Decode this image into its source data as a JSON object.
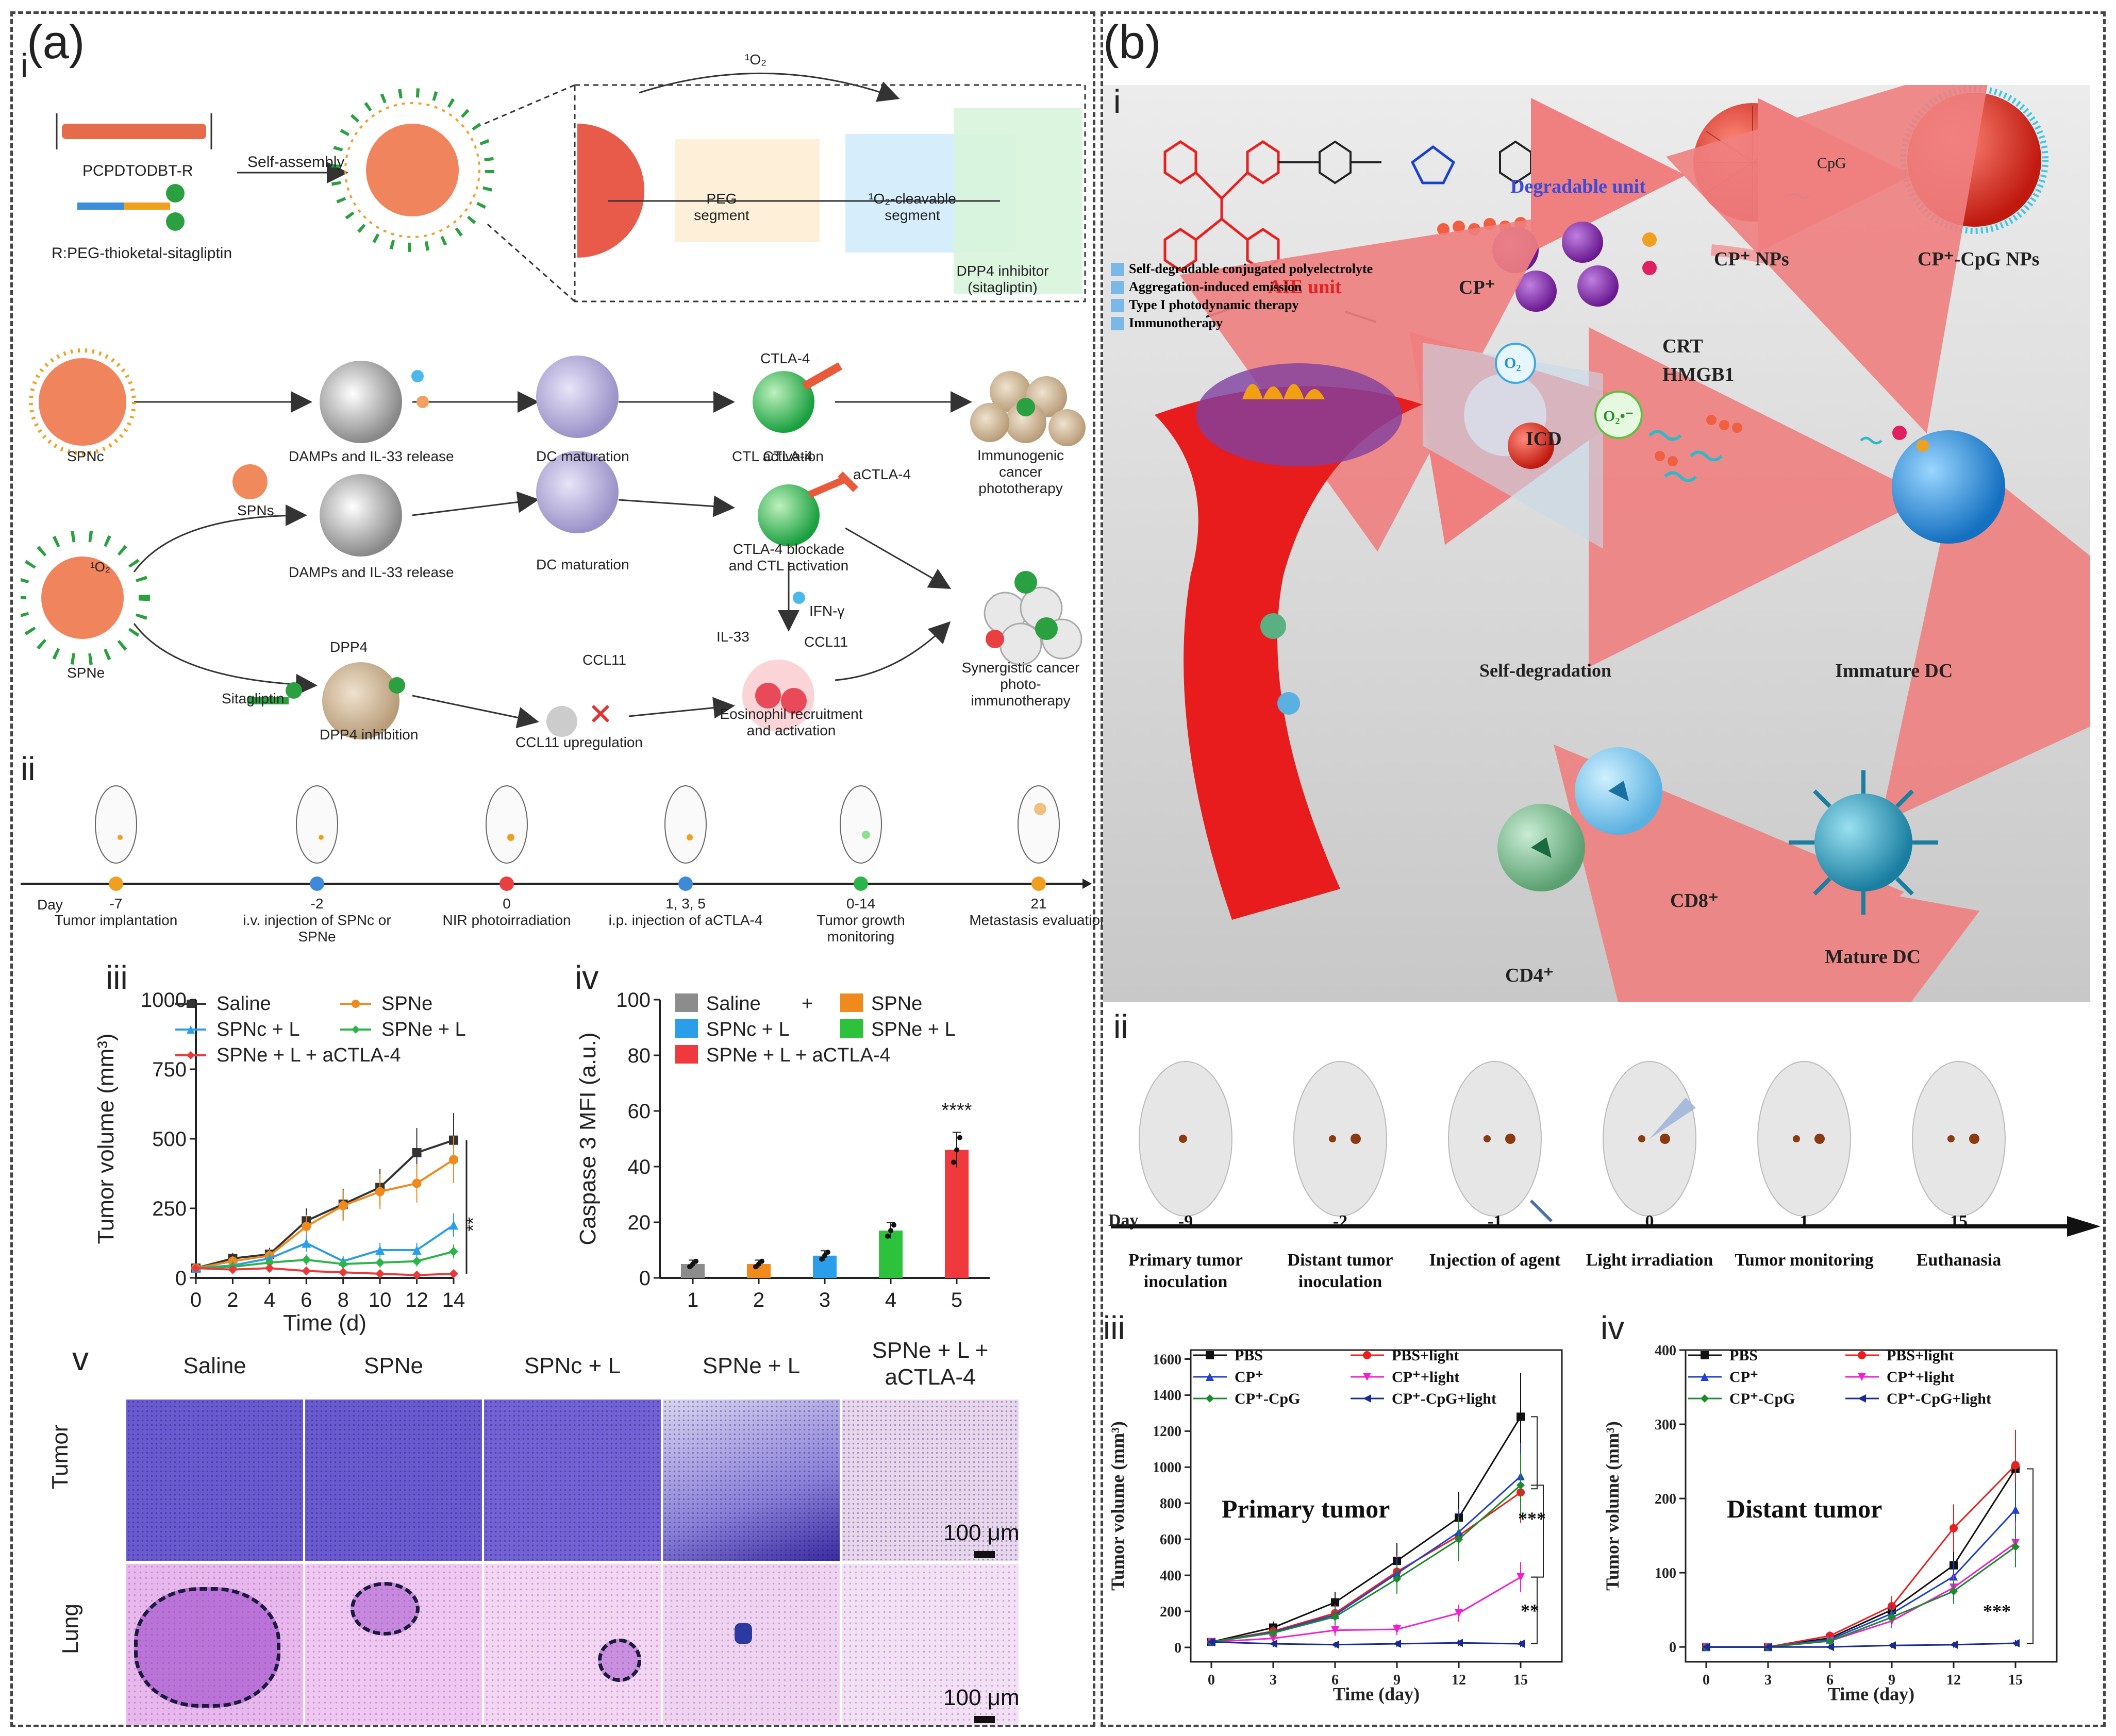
{
  "panel_a": {
    "label": "(a)",
    "sub_i": {
      "label": "i",
      "polymer": "PCPDTODBT-R",
      "peg": "R:PEG-thioketal-sitagliptin",
      "self_assembly": "Self-assembly",
      "singlet_oxygen": "¹O₂",
      "peg_segment": "PEG segment",
      "cleavable_segment": "¹O₂-cleavable segment",
      "dpp4_inhibitor": "DPP4 inhibitor (sitagliptin)",
      "row1": [
        "SPNc",
        "DAMPs and IL-33 release",
        "DC maturation",
        "CTL activation",
        "Immunogenic cancer phototherapy"
      ],
      "ctla4": "CTLA-4",
      "row2": {
        "spne": "SPNe",
        "spns": "SPNs",
        "damps": "DAMPs and IL-33 release",
        "dc": "DC maturation",
        "ctla4": "CTLA-4",
        "actla4": "aCTLA-4",
        "blockade": "CTLA-4 blockade and CTL activation",
        "ifn": "IFN-γ",
        "synergistic": "Synergistic cancer photo-immunotherapy",
        "sitagliptin": "Sitagliptin",
        "dpp4": "DPP4",
        "dpp4_inhibition": "DPP4 inhibition",
        "ccl11": "CCL11",
        "ccl11_up": "CCL11 upregulation",
        "il33": "IL-33",
        "eos": "Eosinophil recruitment and activation",
        "o2": "¹O₂"
      }
    },
    "sub_ii": {
      "label": "ii",
      "day_label": "Day",
      "events": [
        {
          "day": "-7",
          "text": "Tumor implantation",
          "color": "#f0a020"
        },
        {
          "day": "-2",
          "text": "i.v. injection of SPNc or SPNe",
          "color": "#3c8ad8"
        },
        {
          "day": "0",
          "text": "NIR photoirradiation",
          "color": "#e84040"
        },
        {
          "day": "1, 3, 5",
          "text": "i.p. injection of aCTLA-4",
          "color": "#3c8ad8"
        },
        {
          "day": "0-14",
          "text": "Tumor growth monitoring",
          "color": "#2cb44a"
        },
        {
          "day": "21",
          "text": "Metastasis evaluation",
          "color": "#f0a020"
        }
      ]
    },
    "sub_iii": {
      "label": "iii"
    },
    "sub_iv": {
      "label": "iv"
    },
    "sub_v": {
      "label": "v",
      "columns": [
        "Saline",
        "SPNe",
        "SPNc + L",
        "SPNe + L",
        "SPNe + L + aCTLA-4"
      ],
      "rows": [
        "Tumor",
        "Lung"
      ],
      "scale_bar": "100 μm"
    }
  },
  "panel_b": {
    "label": "(b)",
    "sub_i": {
      "label": "i",
      "degradable_unit": "Degradable unit",
      "aie_unit": "AIE unit",
      "cp": "CP⁺",
      "cp_nps": "CP⁺ NPs",
      "cpg": "CpG",
      "cp_cpg_nps": "CP⁺-CpG NPs",
      "checklist": [
        "Self-degradable conjugated polyelectrolyte",
        "Aggregation-induced emission",
        "Type I photodynamic therapy",
        "Immunotherapy"
      ],
      "icd": "ICD",
      "crt": "CRT",
      "hmgb1": "HMGB1",
      "o2": "O₂",
      "o2_rad": "O₂•⁻",
      "self_degradation": "Self-degradation",
      "immature_dc": "Immature DC",
      "mature_dc": "Mature DC",
      "cd8": "CD8⁺",
      "cd4": "CD4⁺"
    },
    "sub_ii": {
      "label": "ii",
      "day_label": "Day",
      "events": [
        {
          "day": "-9",
          "text": "Primary tumor inoculation"
        },
        {
          "day": "-2",
          "text": "Distant tumor inoculation"
        },
        {
          "day": "-1",
          "text": "Injection of agent"
        },
        {
          "day": "0",
          "text": "Light irradiation"
        },
        {
          "day": "1",
          "text": "Tumor monitoring"
        },
        {
          "day": "15",
          "text": "Euthanasia"
        }
      ]
    },
    "sub_iii": {
      "label": "iii"
    },
    "sub_iv": {
      "label": "iv"
    }
  },
  "chart_data": [
    {
      "id": "a-iii",
      "type": "line",
      "xlabel": "Time (d)",
      "ylabel": "Tumor volume (mm³)",
      "xlim": [
        0,
        14
      ],
      "ylim": [
        0,
        1000
      ],
      "xticks": [
        "0",
        "2",
        "4",
        "6",
        "8",
        "10",
        "12",
        "14"
      ],
      "yticks": [
        "0",
        "250",
        "500",
        "750",
        "1000"
      ],
      "x": [
        0,
        2,
        4,
        6,
        8,
        10,
        12,
        14
      ],
      "annotation": "**",
      "series": [
        {
          "name": "Saline",
          "color": "#333333",
          "marker": "square",
          "values": [
            35,
            70,
            85,
            205,
            265,
            325,
            450,
            495
          ]
        },
        {
          "name": "SPNe",
          "color": "#f08a1c",
          "marker": "circle",
          "values": [
            35,
            60,
            80,
            185,
            260,
            310,
            340,
            425
          ]
        },
        {
          "name": "SPNc + L",
          "color": "#2a9ee8",
          "marker": "triangle",
          "values": [
            35,
            45,
            70,
            125,
            60,
            100,
            100,
            190
          ]
        },
        {
          "name": "SPNe + L",
          "color": "#2cb44a",
          "marker": "diamond",
          "values": [
            35,
            40,
            55,
            65,
            50,
            55,
            60,
            95
          ]
        },
        {
          "name": "SPNe + L + aCTLA-4",
          "color": "#e83a3a",
          "marker": "diamond",
          "values": [
            35,
            30,
            35,
            25,
            20,
            15,
            10,
            15
          ]
        }
      ],
      "legend": "top-left"
    },
    {
      "id": "a-iv",
      "type": "bar",
      "ylabel": "Caspase 3 MFI (a.u.)",
      "ylim": [
        0,
        100
      ],
      "yticks": [
        "0",
        "20",
        "40",
        "60",
        "80",
        "100"
      ],
      "categories": [
        "1",
        "2",
        "3",
        "4",
        "5"
      ],
      "annotation": "****",
      "series": [
        {
          "name": "Saline",
          "color": "#8c8c8c",
          "value": 5
        },
        {
          "name": "SPNe",
          "color": "#f08a1c",
          "value": 5
        },
        {
          "name": "SPNc + L",
          "color": "#2a9ee8",
          "value": 8
        },
        {
          "name": "SPNe + L",
          "color": "#2cc23c",
          "value": 17
        },
        {
          "name": "SPNe + L + aCTLA-4",
          "color": "#f0393c",
          "value": 46
        }
      ],
      "legend_extra": "+",
      "legend": "top"
    },
    {
      "id": "b-iii",
      "type": "line",
      "title": "Primary tumor",
      "xlabel": "Time (day)",
      "ylabel": "Tumor volume (mm³)",
      "xlim": [
        -1,
        17
      ],
      "ylim": [
        -80,
        1650
      ],
      "xticks": [
        "0",
        "3",
        "6",
        "9",
        "12",
        "15"
      ],
      "yticks": [
        "0",
        "200",
        "400",
        "600",
        "800",
        "1000",
        "1200",
        "1400",
        "1600"
      ],
      "x": [
        0,
        3,
        6,
        9,
        12,
        15
      ],
      "annotations": [
        "***",
        "**"
      ],
      "series": [
        {
          "name": "PBS",
          "color": "#111111",
          "marker": "square",
          "values": [
            30,
            110,
            250,
            480,
            720,
            1280
          ]
        },
        {
          "name": "PBS+light",
          "color": "#e82020",
          "marker": "circle",
          "values": [
            30,
            90,
            190,
            420,
            620,
            860
          ]
        },
        {
          "name": "CP⁺",
          "color": "#2040d0",
          "marker": "triangle",
          "values": [
            30,
            85,
            180,
            410,
            640,
            950
          ]
        },
        {
          "name": "CP⁺+light",
          "color": "#f020d0",
          "marker": "triangle-down",
          "values": [
            30,
            50,
            95,
            100,
            190,
            390
          ]
        },
        {
          "name": "CP⁺-CpG",
          "color": "#1a8a2a",
          "marker": "diamond",
          "values": [
            30,
            80,
            170,
            380,
            600,
            900
          ]
        },
        {
          "name": "CP⁺-CpG+light",
          "color": "#1a2a90",
          "marker": "triangle-left",
          "values": [
            30,
            20,
            15,
            20,
            25,
            20
          ]
        }
      ],
      "legend": "top"
    },
    {
      "id": "b-iv",
      "type": "line",
      "title": "Distant tumor",
      "xlabel": "Time (day)",
      "ylabel": "Tumor volume (mm³)",
      "xlim": [
        -1,
        17
      ],
      "ylim": [
        -20,
        400
      ],
      "xticks": [
        "0",
        "3",
        "6",
        "9",
        "12",
        "15"
      ],
      "yticks": [
        "0",
        "100",
        "200",
        "300",
        "400"
      ],
      "x": [
        0,
        3,
        6,
        9,
        12,
        15
      ],
      "annotation": "***",
      "series": [
        {
          "name": "PBS",
          "color": "#111111",
          "marker": "square",
          "values": [
            0,
            0,
            12,
            50,
            110,
            240
          ]
        },
        {
          "name": "PBS+light",
          "color": "#e82020",
          "marker": "circle",
          "values": [
            0,
            0,
            15,
            55,
            160,
            245
          ]
        },
        {
          "name": "CP⁺",
          "color": "#2040d0",
          "marker": "triangle",
          "values": [
            0,
            0,
            10,
            45,
            95,
            185
          ]
        },
        {
          "name": "CP⁺+light",
          "color": "#f020d0",
          "marker": "triangle-down",
          "values": [
            0,
            0,
            8,
            35,
            80,
            140
          ]
        },
        {
          "name": "CP⁺-CpG",
          "color": "#1a8a2a",
          "marker": "diamond",
          "values": [
            0,
            0,
            8,
            40,
            75,
            135
          ]
        },
        {
          "name": "CP⁺-CpG+light",
          "color": "#1a2a90",
          "marker": "triangle-left",
          "values": [
            0,
            0,
            0,
            2,
            3,
            5
          ]
        }
      ],
      "legend": "top"
    }
  ]
}
